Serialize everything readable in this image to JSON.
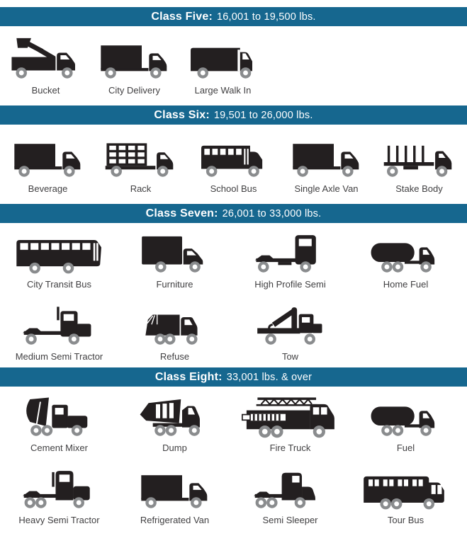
{
  "colors": {
    "band_background": "#16678F",
    "band_text": "#FFFFFF",
    "truck_body": "#231F20",
    "wheel_gray": "#8A8C8E",
    "label_text": "#414042"
  },
  "sections": [
    {
      "title_bold": "Class Five:",
      "title_rest": "16,001 to 19,500 lbs.",
      "rows": [
        {
          "items": [
            {
              "label": "Bucket",
              "icon": "bucket-truck-icon"
            },
            {
              "label": "City Delivery",
              "icon": "city-delivery-truck-icon"
            },
            {
              "label": "Large Walk In",
              "icon": "large-walk-in-truck-icon"
            }
          ]
        }
      ]
    },
    {
      "title_bold": "Class Six:",
      "title_rest": "19,501 to 26,000 lbs.",
      "rows": [
        {
          "items": [
            {
              "label": "Beverage",
              "icon": "beverage-truck-icon"
            },
            {
              "label": "Rack",
              "icon": "rack-truck-icon"
            },
            {
              "label": "School Bus",
              "icon": "school-bus-icon"
            },
            {
              "label": "Single Axle Van",
              "icon": "single-axle-van-icon"
            },
            {
              "label": "Stake Body",
              "icon": "stake-body-truck-icon"
            }
          ]
        }
      ]
    },
    {
      "title_bold": "Class Seven:",
      "title_rest": "26,001 to 33,000 lbs.",
      "rows": [
        {
          "items": [
            {
              "label": "City Transit Bus",
              "icon": "city-transit-bus-icon"
            },
            {
              "label": "Furniture",
              "icon": "furniture-truck-icon"
            },
            {
              "label": "High Profile Semi",
              "icon": "high-profile-semi-icon"
            },
            {
              "label": "Home Fuel",
              "icon": "home-fuel-truck-icon"
            }
          ]
        },
        {
          "items": [
            {
              "label": "Medium Semi Tractor",
              "icon": "medium-semi-tractor-icon"
            },
            {
              "label": "Refuse",
              "icon": "refuse-truck-icon"
            },
            {
              "label": "Tow",
              "icon": "tow-truck-icon"
            }
          ]
        }
      ]
    },
    {
      "title_bold": "Class Eight:",
      "title_rest": "33,001 lbs. & over",
      "rows": [
        {
          "items": [
            {
              "label": "Cement Mixer",
              "icon": "cement-mixer-truck-icon"
            },
            {
              "label": "Dump",
              "icon": "dump-truck-icon"
            },
            {
              "label": "Fire Truck",
              "icon": "fire-truck-icon"
            },
            {
              "label": "Fuel",
              "icon": "fuel-truck-icon"
            }
          ]
        },
        {
          "items": [
            {
              "label": "Heavy Semi Tractor",
              "icon": "heavy-semi-tractor-icon"
            },
            {
              "label": "Refrigerated Van",
              "icon": "refrigerated-van-icon"
            },
            {
              "label": "Semi Sleeper",
              "icon": "semi-sleeper-icon"
            },
            {
              "label": "Tour Bus",
              "icon": "tour-bus-icon"
            }
          ]
        }
      ]
    }
  ]
}
